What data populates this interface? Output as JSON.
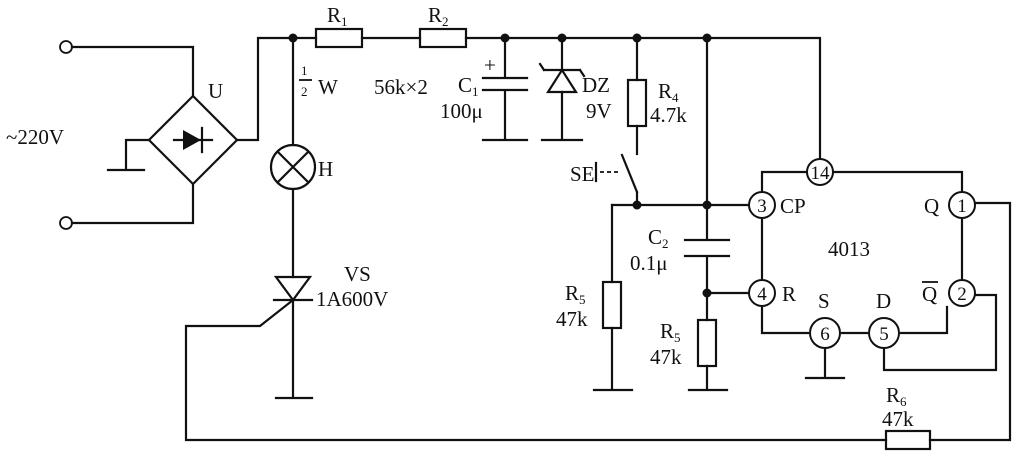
{
  "labels": {
    "ac_source": "~220V",
    "bridge": "U",
    "r1": {
      "main": "R",
      "sub": "1"
    },
    "r2": {
      "main": "R",
      "sub": "2"
    },
    "half": {
      "num": "1",
      "den": "2",
      "unit": "W"
    },
    "r12_value": "56k×2",
    "c1": {
      "main": "C",
      "sub": "1",
      "value": "100μ",
      "polarity": "+"
    },
    "dz": {
      "name": "DZ",
      "value": "9V"
    },
    "r4": {
      "main": "R",
      "sub": "4",
      "value": "4.7k"
    },
    "lamp": "H",
    "vs": {
      "name": "VS",
      "value": "1A600V"
    },
    "se": "SE",
    "c2": {
      "main": "C",
      "sub": "2",
      "value": "0.1μ"
    },
    "r5a": {
      "main": "R",
      "sub": "5",
      "value": "47k"
    },
    "r5b": {
      "main": "R",
      "sub": "5",
      "value": "47k"
    },
    "r6": {
      "main": "R",
      "sub": "6",
      "value": "47k"
    },
    "ic": {
      "name": "4013",
      "pins": {
        "p14": "14",
        "p3": "3",
        "p4": "4",
        "p6": "6",
        "p5": "5",
        "p1": "1",
        "p2": "2"
      },
      "pin_labels": {
        "cp": "CP",
        "r": "R",
        "s": "S",
        "d": "D",
        "q": "Q",
        "qbar": "Q"
      }
    }
  }
}
